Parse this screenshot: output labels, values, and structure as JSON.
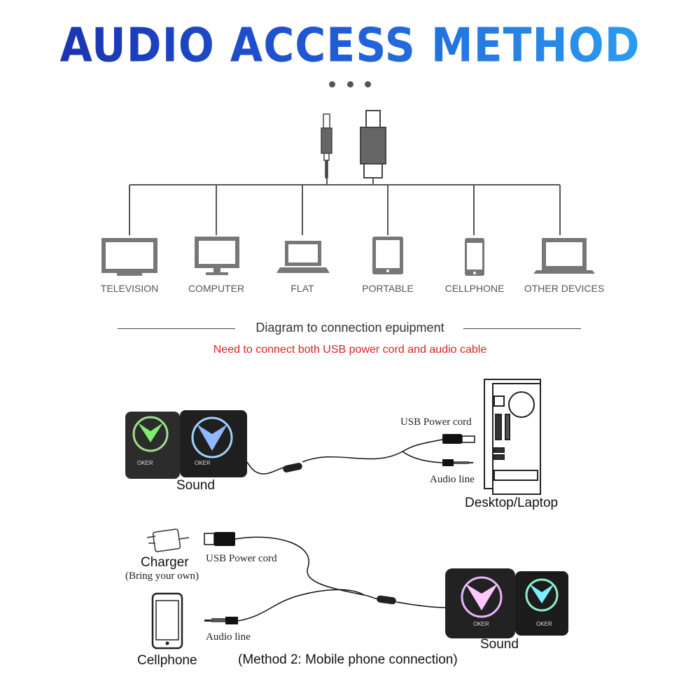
{
  "title": "AUDIO ACCESS METHOD",
  "devices": [
    {
      "label": "TELEVISION",
      "icon": "television-icon"
    },
    {
      "label": "COMPUTER",
      "icon": "monitor-icon"
    },
    {
      "label": "FLAT",
      "icon": "laptop-icon"
    },
    {
      "label": "PORTABLE",
      "icon": "tablet-icon"
    },
    {
      "label": "CELLPHONE",
      "icon": "phone-icon"
    },
    {
      "label": "OTHER DEVICES",
      "icon": "laptop-icon"
    }
  ],
  "caption": "Diagram to connection epuipment",
  "note": "Need to connect both USB power cord and audio cable",
  "method1": {
    "speaker_brand": "OKER",
    "speaker_label": "Sound",
    "usb_label": "USB Power cord",
    "audio_label": "Audio line",
    "target_label": "Desktop/Laptop"
  },
  "method2": {
    "charger_label": "Charger",
    "charger_note": "(Bring your own)",
    "usb_label": "USB Power cord",
    "audio_label": "Audio line",
    "phone_label": "Cellphone",
    "speaker_brand": "OKER",
    "speaker_label": "Sound",
    "method_caption": "(Method 2: Mobile phone connection)"
  },
  "colors": {
    "title_start": "#1a2ca8",
    "title_end": "#2ea9f2",
    "note": "#e02020",
    "icon_gray": "#777777"
  }
}
